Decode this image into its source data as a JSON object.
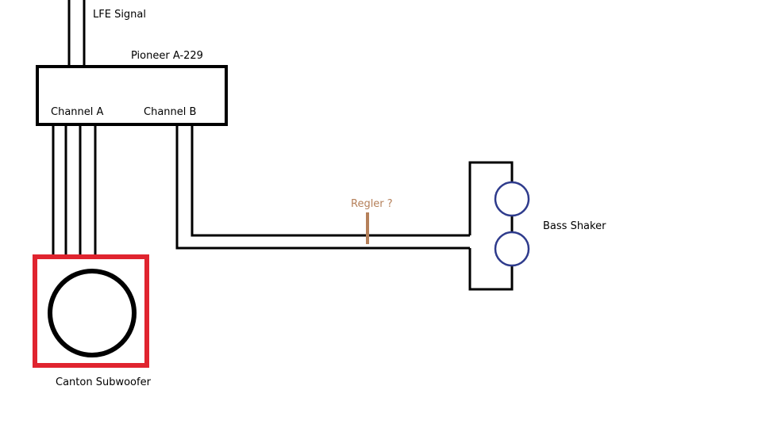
{
  "labels": {
    "lfe_signal": "LFE Signal",
    "amplifier": "Pioneer A-229",
    "channel_a": "Channel A",
    "channel_b": "Channel B",
    "regler": "Regler ?",
    "bass_shaker": "Bass Shaker",
    "subwoofer": "Canton Subwoofer"
  },
  "colors": {
    "line": "#000000",
    "subwoofer_frame": "#e0242f",
    "regler": "#b5805a",
    "shaker_circle": "#2e3b8c"
  }
}
